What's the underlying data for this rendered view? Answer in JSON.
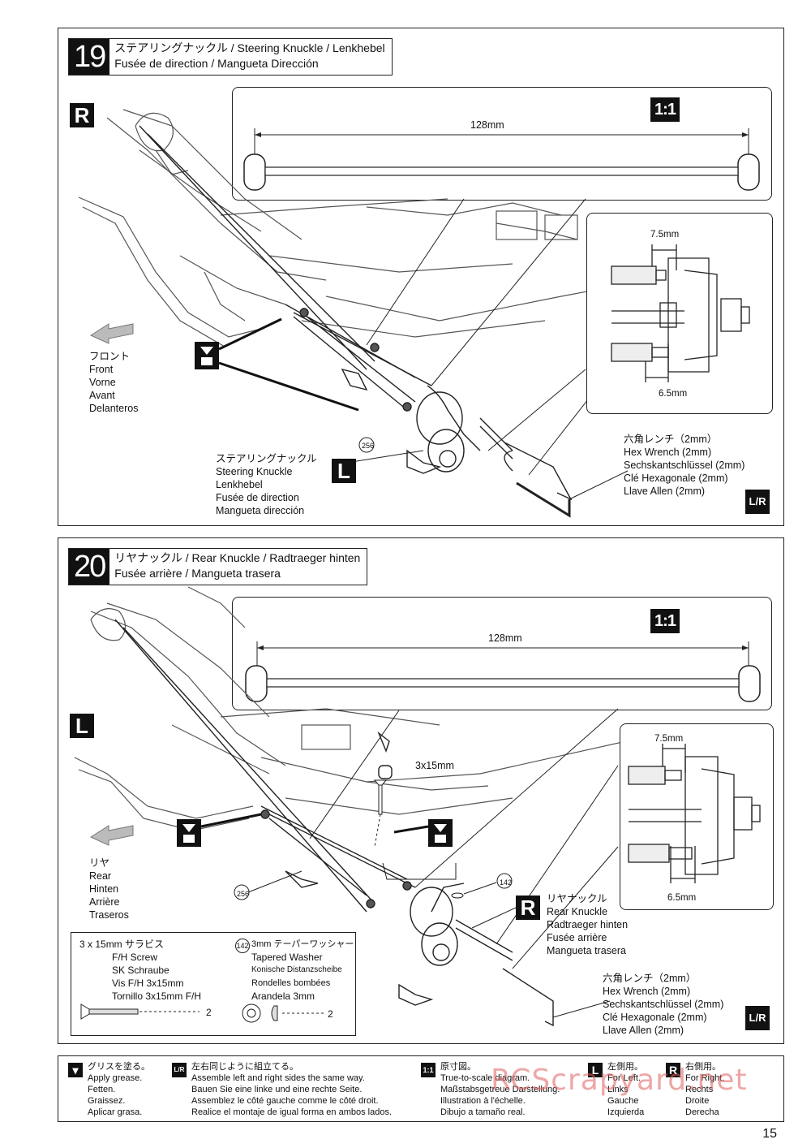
{
  "page_number": "15",
  "watermark": "RCScrapyard.net",
  "step19": {
    "number": "19",
    "title_line1": "ステアリングナックル / Steering Knuckle / Lenkhebel",
    "title_line2": "Fusée de direction / Mangueta Dirección",
    "side_badge": "R",
    "scale_badge": "1:1",
    "shaft_length": "128mm",
    "dim_top": "7.5mm",
    "dim_bottom": "6.5mm",
    "direction": [
      "フロント",
      "Front",
      "Vorne",
      "Avant",
      "Delanteros"
    ],
    "part_no": "256",
    "knuckle_label": [
      "ステアリングナックル",
      "Steering Knuckle",
      "Lenkhebel",
      "Fusée de direction",
      "Mangueta dirección"
    ],
    "knuckle_badge": "L",
    "wrench_label": [
      "六角レンチ（2mm）",
      "Hex Wrench (2mm)",
      "Sechskantschlüssel (2mm)",
      "Clé Hexagonale (2mm)",
      "Llave Allen (2mm)"
    ],
    "lr_badge": "L/R"
  },
  "step20": {
    "number": "20",
    "title_line1": "リヤナックル / Rear Knuckle / Radtraeger hinten",
    "title_line2": "Fusée arrière / Mangueta trasera",
    "side_badge": "L",
    "scale_badge": "1:1",
    "shaft_length": "128mm",
    "dim_top": "7.5mm",
    "dim_bottom": "6.5mm",
    "screw_label": "3x15mm",
    "direction": [
      "リヤ",
      "Rear",
      "Hinten",
      "Arrière",
      "Traseros"
    ],
    "part_no": "256",
    "washer_no": "142",
    "knuckle_label": [
      "リヤナックル",
      "Rear Knuckle",
      "Radtraeger hinten",
      "Fusée arrière",
      "Mangueta trasera"
    ],
    "knuckle_badge": "R",
    "wrench_label": [
      "六角レンチ（2mm）",
      "Hex Wrench (2mm)",
      "Sechskantschlüssel (2mm)",
      "Clé Hexagonale (2mm)",
      "Llave Allen (2mm)"
    ],
    "lr_badge": "L/R",
    "parts_box": {
      "screw": [
        "3 x 15mm  サラビス",
        "F/H Screw",
        "SK Schraube",
        "Vis F/H 3x15mm",
        "Tornillo 3x15mm F/H"
      ],
      "screw_qty": "2",
      "washer_no": "142",
      "washer": [
        "3mm テーパーワッシャー",
        "Tapered Washer",
        "Konische Distanzscheibe",
        "Rondelles bombées",
        "Arandela 3mm"
      ],
      "washer_qty": "2"
    }
  },
  "legend": {
    "grease": [
      "グリスを塗る。",
      "Apply grease.",
      "Fetten.",
      "Graissez.",
      "Aplicar grasa."
    ],
    "lr": [
      "左右同じように組立てる。",
      "Assemble left and right sides the same way.",
      "Bauen Sie eine linke und eine rechte Seite.",
      "Assemblez le côté gauche comme le côté droit.",
      "Realice el montaje de igual forma en ambos lados."
    ],
    "lr_icon": "L/R",
    "scale": [
      "原寸図。",
      "True-to-scale diagram.",
      "Maßstabsgetreue Darstellung.",
      "Illustration à l'échelle.",
      "Dibujo a tamaño real."
    ],
    "scale_icon": "1:1",
    "left": [
      "左側用。",
      "For Left.",
      "Links",
      "Gauche",
      "Izquierda"
    ],
    "left_icon": "L",
    "right": [
      "右側用。",
      "For Right.",
      "Rechts",
      "Droite",
      "Derecha"
    ],
    "right_icon": "R"
  }
}
